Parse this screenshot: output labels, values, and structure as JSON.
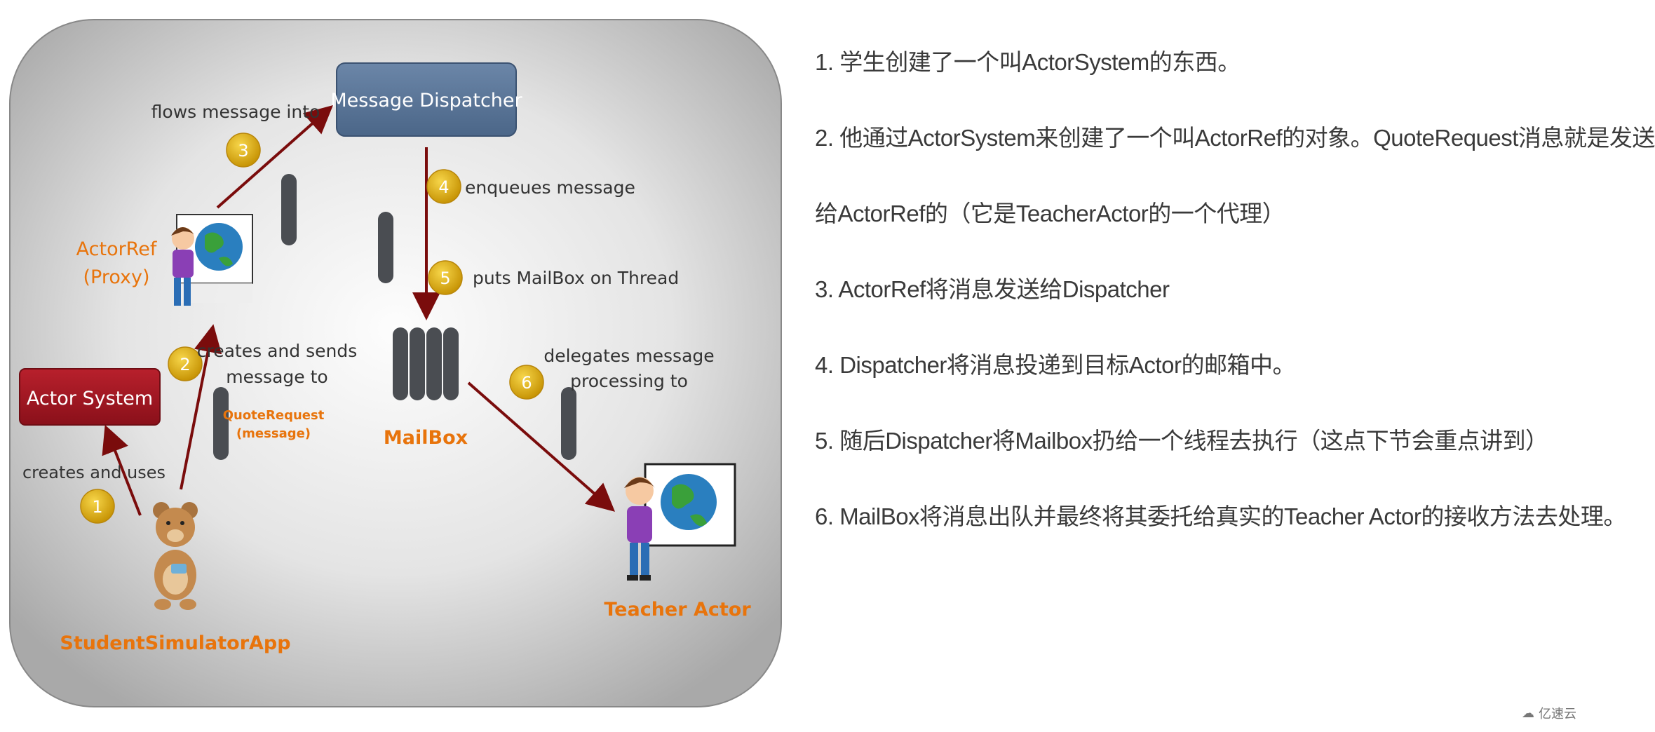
{
  "diagram": {
    "nodes": {
      "actor_system": "Actor System",
      "message_dispatcher": "Message Dispatcher",
      "actor_ref": "ActorRef",
      "actor_ref_proxy": "(Proxy)",
      "mailbox": "MailBox",
      "teacher_actor": "Teacher Actor",
      "student_app": "StudentSimulatorApp",
      "quote_request": "QuoteRequest",
      "quote_request_sub": "(message)"
    },
    "edges": [
      {
        "number": "1",
        "label_line1": "creates and uses",
        "label_line2": ""
      },
      {
        "number": "2",
        "label_line1": "creates and sends",
        "label_line2": "message to"
      },
      {
        "number": "3",
        "label_line1": "flows message into",
        "label_line2": ""
      },
      {
        "number": "4",
        "label_line1": "enqueues message",
        "label_line2": ""
      },
      {
        "number": "5",
        "label_line1": "puts MailBox on Thread",
        "label_line2": ""
      },
      {
        "number": "6",
        "label_line1": "delegates message",
        "label_line2": "processing to"
      }
    ],
    "colors": {
      "accent_orange": "#e8740c",
      "arrow": "#7a0c0c",
      "badge": "#d9a80c",
      "dispatcher_fill": "#5a7598",
      "actor_system_fill": "#a01824"
    }
  },
  "steps": [
    "1. 学生创建了一个叫ActorSystem的东西。",
    "2. 他通过ActorSystem来创建了一个叫ActorRef的对象。QuoteRequest消息就是发送",
    "给ActorRef的（它是TeacherActor的一个代理）",
    "3. ActorRef将消息发送给Dispatcher",
    "4. Dispatcher将消息投递到目标Actor的邮箱中。",
    "5. 随后Dispatcher将Mailbox扔给一个线程去执行（这点下节会重点讲到）",
    "6. MailBox将消息出队并最终将其委托给真实的Teacher Actor的接收方法去处理。"
  ],
  "watermark": "亿速云"
}
